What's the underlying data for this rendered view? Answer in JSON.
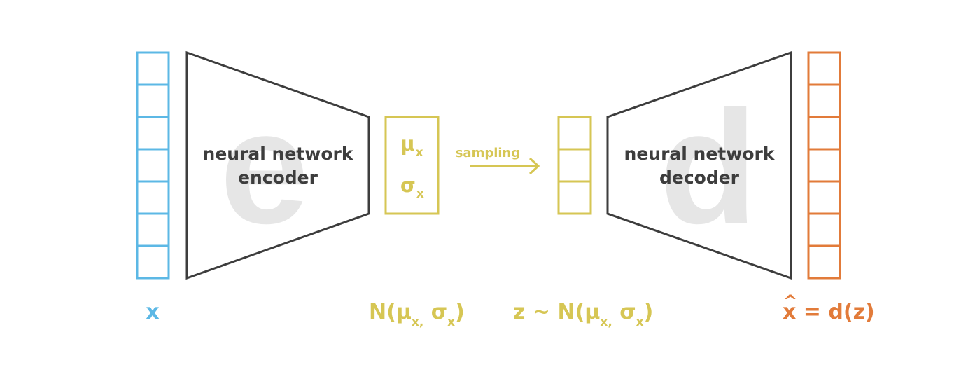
{
  "colors": {
    "input": "#5cb8e5",
    "latent": "#d6c654",
    "output": "#e27b3a",
    "network": "#3d3d3d",
    "watermark": "#e6e6e6"
  },
  "input_vector": {
    "cells": 7,
    "caption": "x"
  },
  "encoder": {
    "line1": "neural network",
    "line2": "encoder",
    "watermark_letter": "e"
  },
  "distribution_params": {
    "mu": "μ",
    "mu_sub": "x",
    "sigma": "σ",
    "sigma_sub": "x"
  },
  "distribution_caption": {
    "open": "N(μ",
    "sub1": "x,",
    "mid": " σ",
    "sub2": "x",
    "close": ")"
  },
  "sampling_label": "sampling",
  "latent_vector": {
    "cells": 3,
    "caption_open": "z ~ N(μ",
    "caption_sub1": "x,",
    "caption_mid": " σ",
    "caption_sub2": "x",
    "caption_close": ")"
  },
  "decoder": {
    "line1": "neural network",
    "line2": "decoder",
    "watermark_letter": "d"
  },
  "output_vector": {
    "cells": 7,
    "caption_hat": "^",
    "caption_x": "x",
    "caption_rest": " = d(z)"
  }
}
